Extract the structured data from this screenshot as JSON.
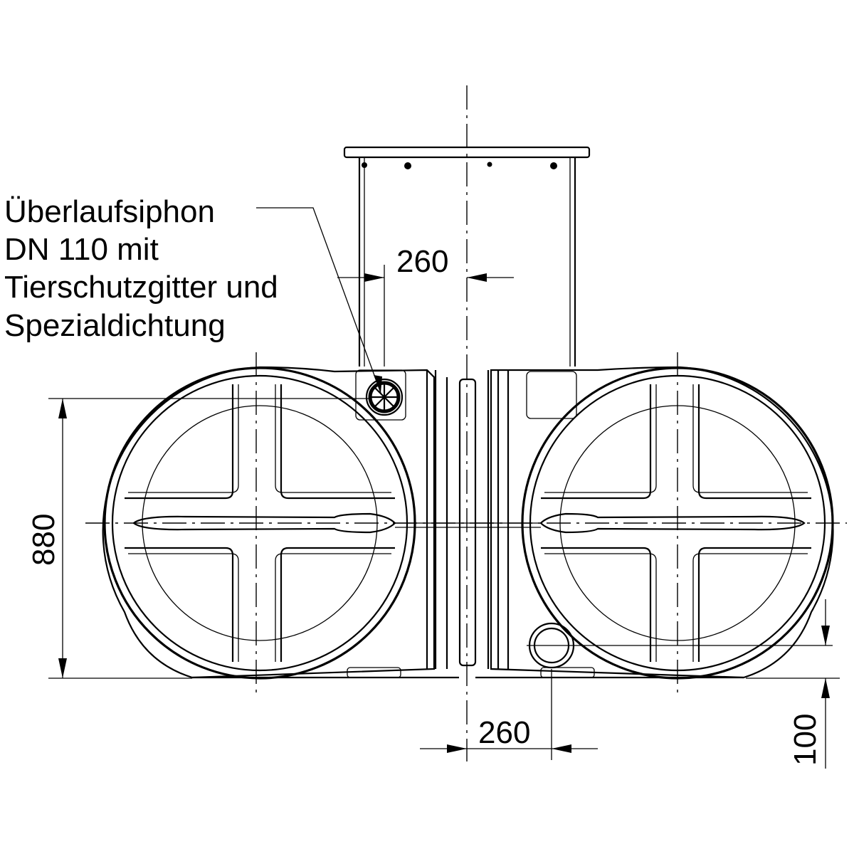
{
  "callout": {
    "lines": [
      "Überlaufsiphon",
      "DN 110 mit",
      "Tierschutzgitter und",
      "Spezialdichtung"
    ]
  },
  "dimensions": {
    "top_offset": "260",
    "bottom_offset": "260",
    "height": "880",
    "inlet_height": "100"
  }
}
